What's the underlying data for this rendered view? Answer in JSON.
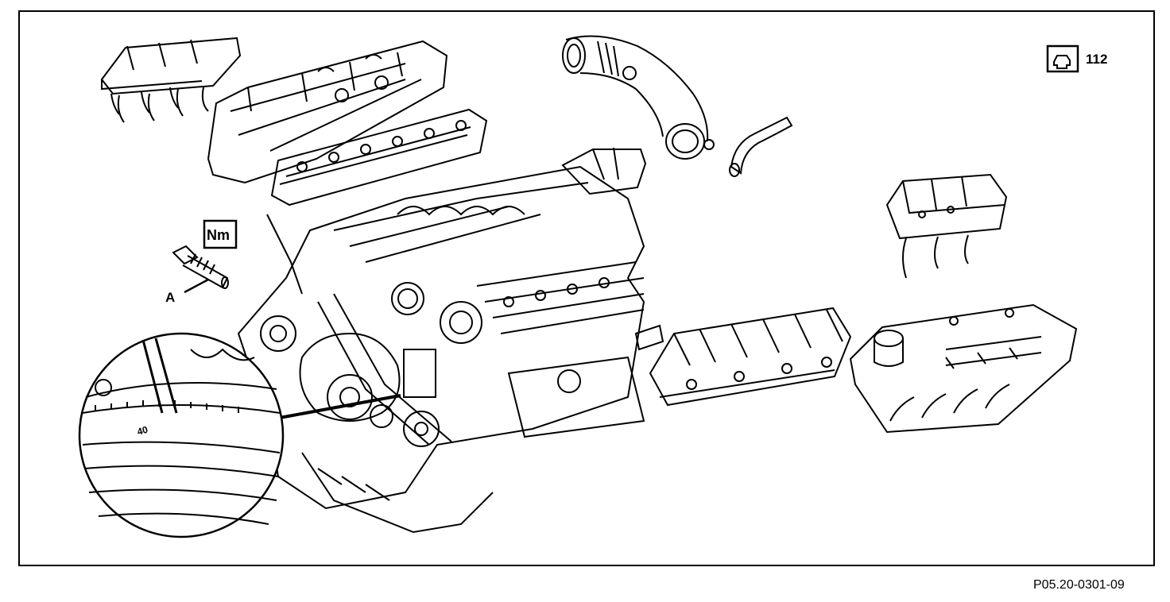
{
  "badges": {
    "engine_code": "112",
    "torque_symbol": "Nm"
  },
  "callouts": {
    "part_a": "A"
  },
  "magnifier": {
    "scale_label": "40"
  },
  "footer": {
    "reference_code": "P05.20-0301-09"
  },
  "icons": {
    "engine": "engine-icon",
    "torque": "torque-nm-icon"
  }
}
